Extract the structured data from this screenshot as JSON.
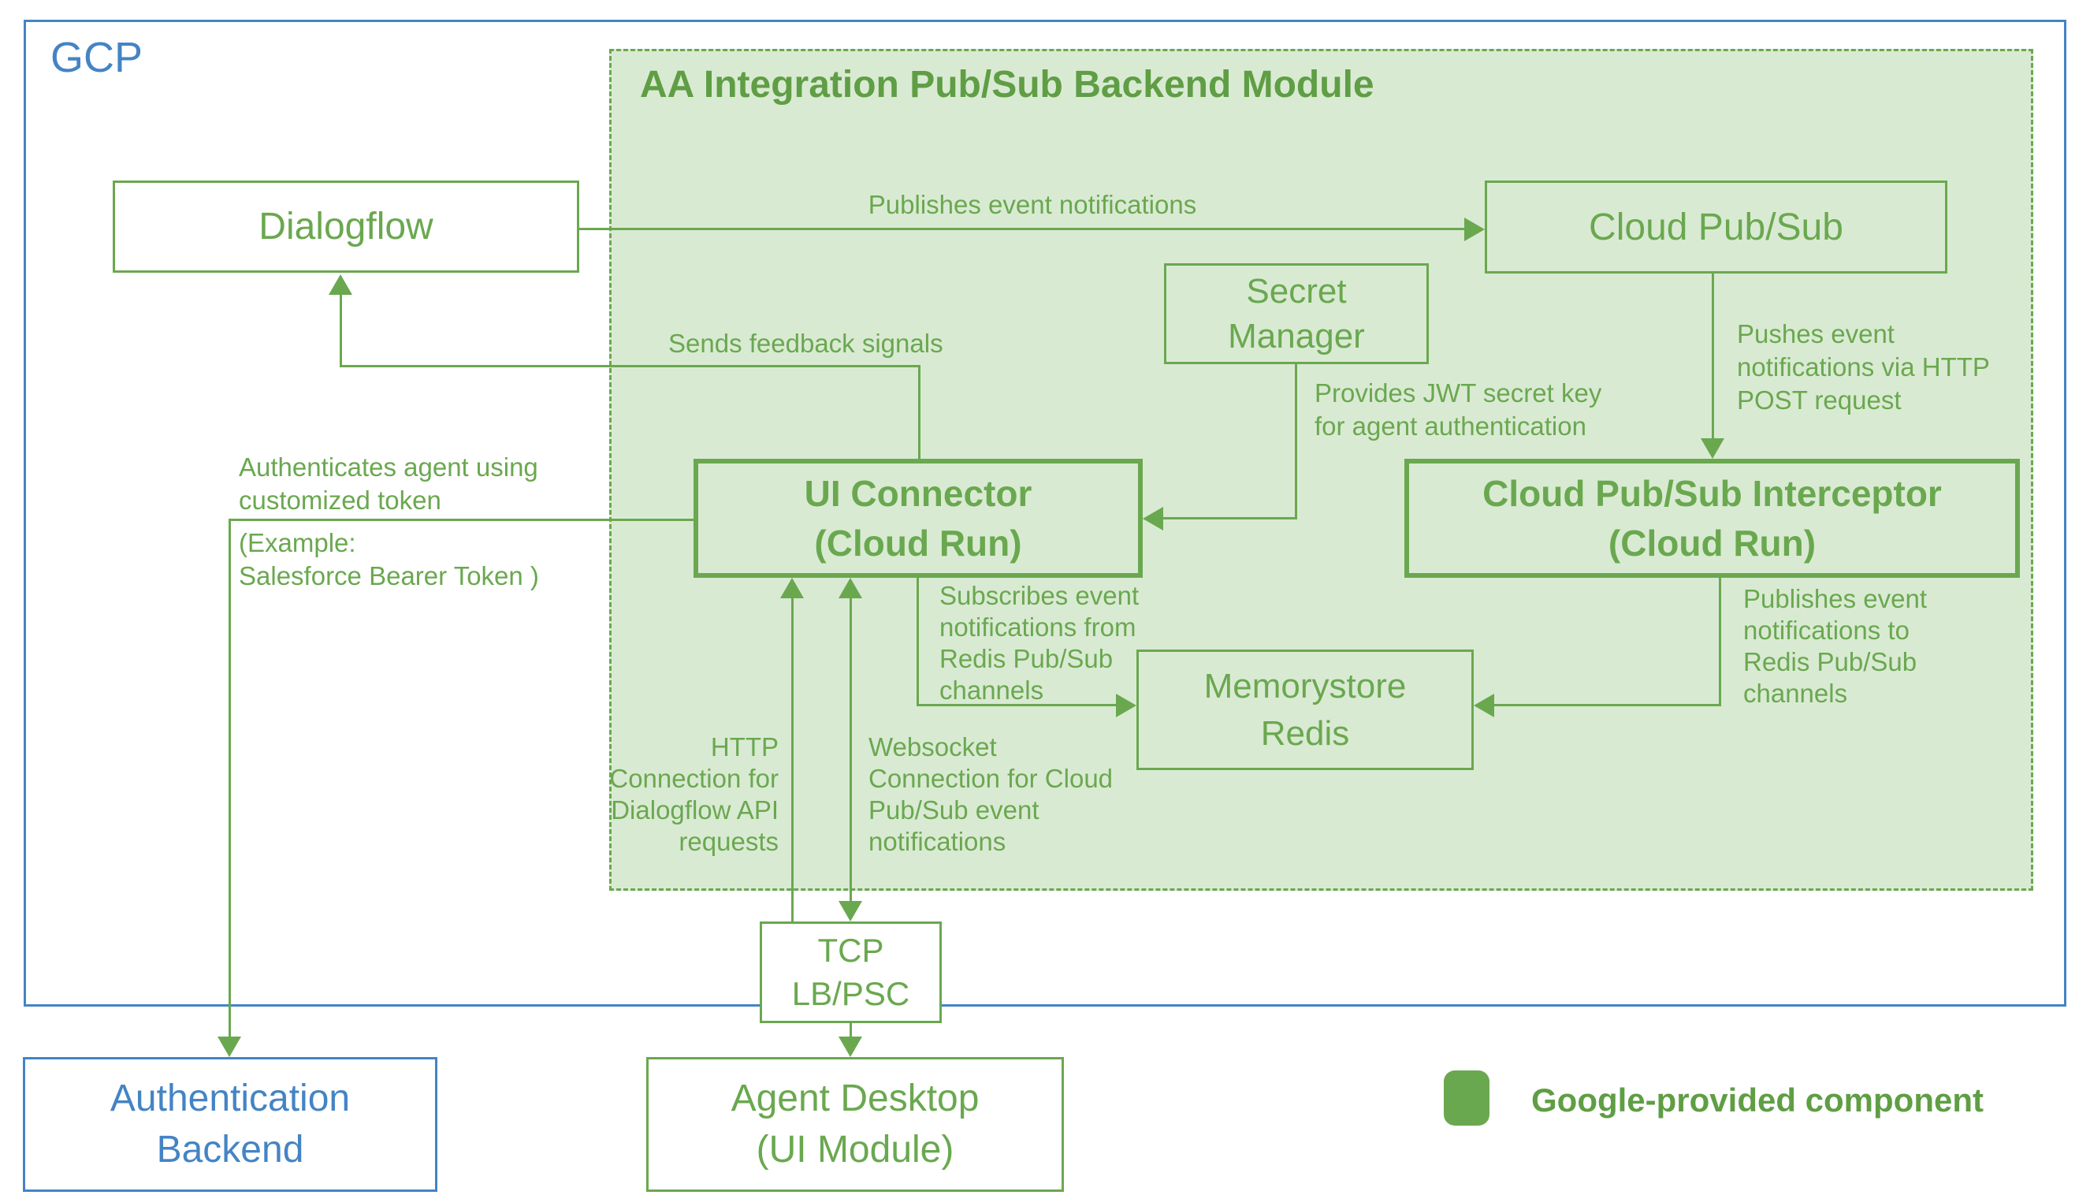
{
  "gcp": {
    "label": "GCP"
  },
  "module": {
    "title": "AA Integration Pub/Sub Backend Module"
  },
  "nodes": {
    "dialogflow": {
      "label": "Dialogflow"
    },
    "cloud_pubsub": {
      "label": "Cloud Pub/Sub"
    },
    "secret_manager": {
      "label": "Secret\nManager"
    },
    "ui_connector": {
      "label": "UI Connector\n(Cloud Run)"
    },
    "pubsub_interceptor": {
      "label": "Cloud Pub/Sub Interceptor\n(Cloud Run)"
    },
    "memorystore_redis": {
      "label": "Memorystore\nRedis"
    },
    "tcp_lb_psc": {
      "label": "TCP\nLB/PSC"
    },
    "agent_desktop": {
      "label": "Agent Desktop\n(UI Module)"
    },
    "auth_backend": {
      "label": "Authentication\nBackend"
    }
  },
  "edges": {
    "publishes_events": "Publishes event notifications",
    "pushes_events": "Pushes event\nnotifications via HTTP\nPOST request",
    "provides_jwt": "Provides JWT secret key\nfor agent authentication",
    "sends_feedback": "Sends feedback signals",
    "authenticates_top": "Authenticates agent using\ncustomized token",
    "authenticates_bottom": "(Example:\nSalesforce Bearer Token )",
    "subscribes_events": "Subscribes event\nnotifications from\nRedis Pub/Sub\nchannels",
    "publishes_redis": "Publishes event\nnotifications to\nRedis Pub/Sub\nchannels",
    "http_connection": "HTTP\nConnection for\nDialogflow API\nrequests",
    "websocket_connection": "Websocket\nConnection for Cloud\nPub/Sub event\nnotifications"
  },
  "legend": {
    "label": "Google-provided component"
  },
  "colors": {
    "green": "#6aa84f",
    "green_bold": "#5f9e44",
    "fill": "#d9ead3",
    "blue": "#4484c4"
  }
}
